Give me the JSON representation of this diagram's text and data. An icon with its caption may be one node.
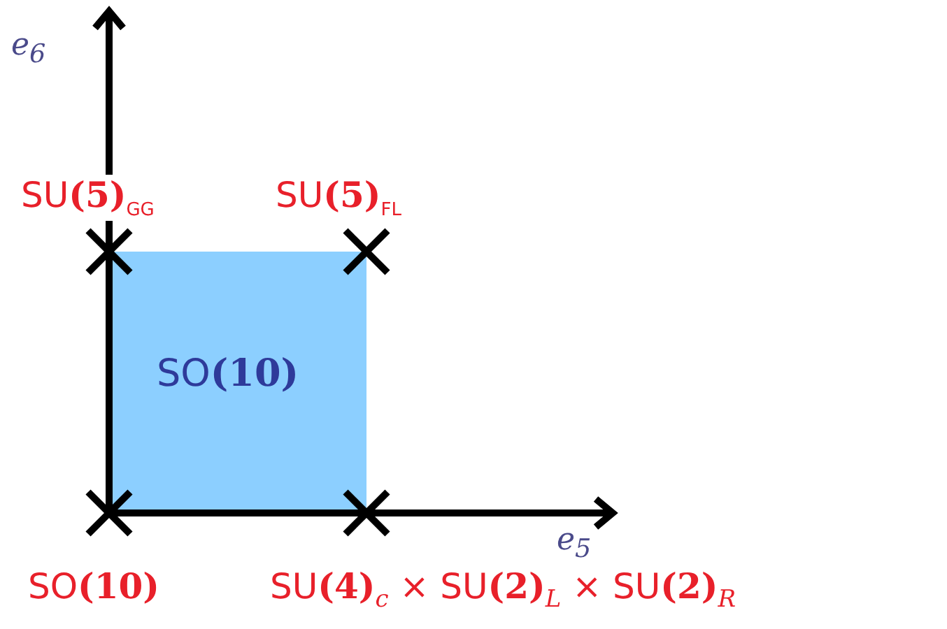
{
  "diagram": {
    "nodes": [
      {
        "text": [
          "SO**(10)**"
        ]
      }
    ],
    "labels": [
      "e$_{6}$",
      "SU**(5)**$_{GG}$",
      "SU**(5)**$_{FL}$",
      "e$_{5}$",
      "SO**(10)**",
      "SU**(4)**$_{c}$ × SU**(2)**$_{L}$ × SU**(2)**$_{R}$"
    ]
  }
}
